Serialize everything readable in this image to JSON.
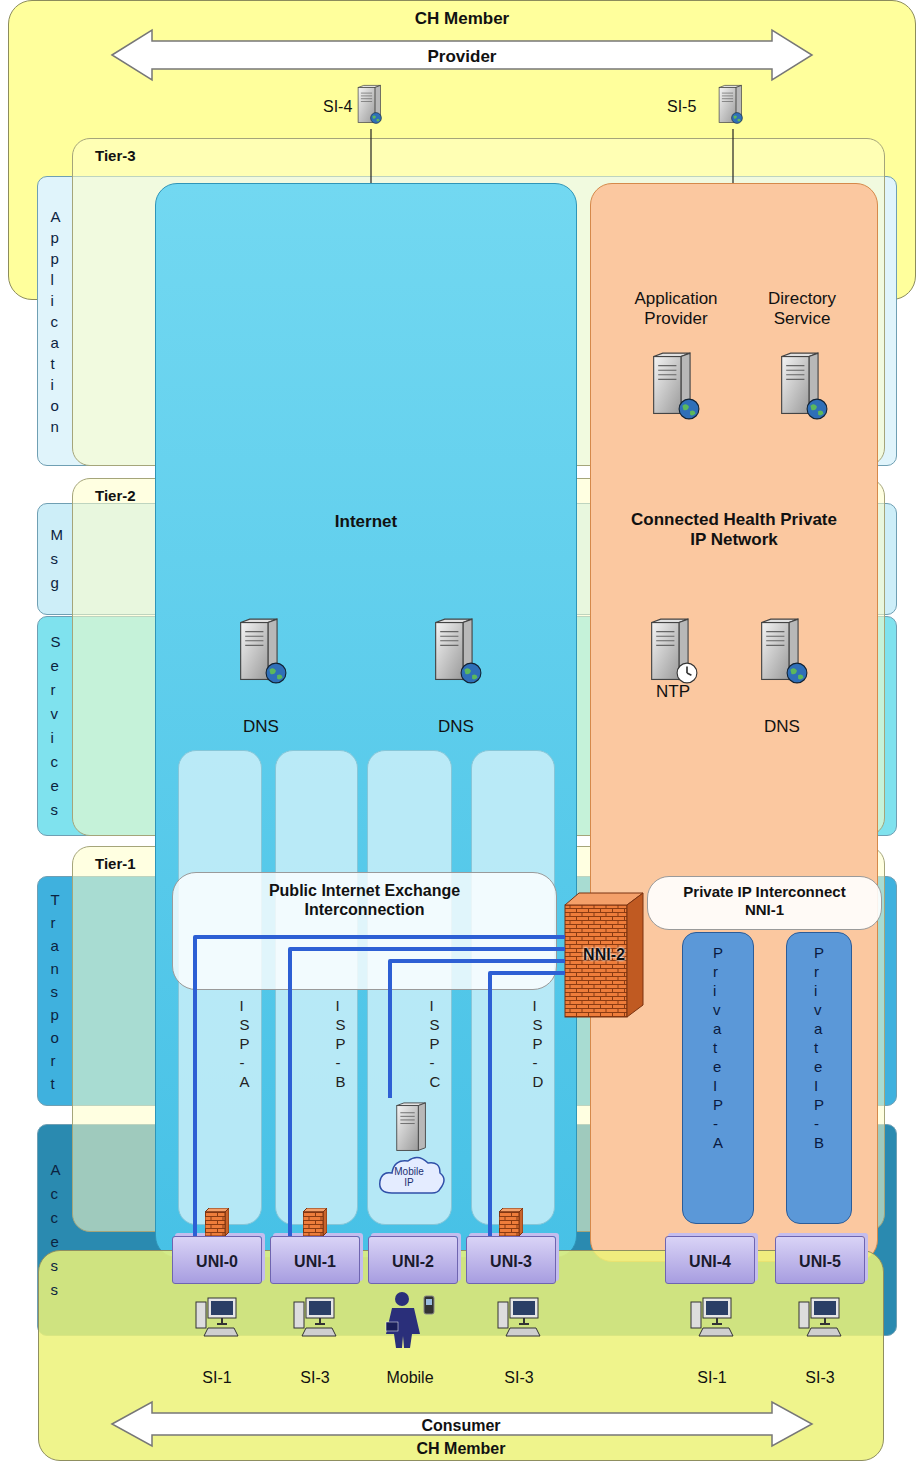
{
  "diagram": {
    "nodes": [
      {
        "text": [
          "CH Member",
          "Provider"
        ]
      },
      {
        "text": [
          "SI-4"
        ],
        "in": 0
      },
      {
        "text": [
          "SI-5"
        ],
        "in": 0
      },
      {
        "text": [
          "Application"
        ]
      },
      {
        "text": [
          "Msg"
        ]
      },
      {
        "text": [
          "Services"
        ]
      },
      {
        "text": [
          "Transport"
        ]
      },
      {
        "text": [
          "Access"
        ]
      },
      {
        "text": [
          "Tier-3"
        ]
      },
      {
        "text": [
          "Tier-2"
        ]
      },
      {
        "text": [
          "Tier-1"
        ]
      },
      {
        "text": [
          "Internet"
        ]
      },
      {
        "text": [
          "Connected Health Private IP Network"
        ]
      },
      {
        "text": [
          "Application Provider"
        ],
        "in": 12
      },
      {
        "text": [
          "Directory Service"
        ],
        "in": 12
      },
      {
        "text": [
          "DNS"
        ],
        "in": 11
      },
      {
        "text": [
          "DNS"
        ],
        "in": 11
      },
      {
        "text": [
          "NTP"
        ],
        "in": 12
      },
      {
        "text": [
          "DNS"
        ],
        "in": 12
      },
      {
        "text": [
          "ISP-A"
        ],
        "in": 11
      },
      {
        "text": [
          "ISP-B"
        ],
        "in": 11
      },
      {
        "text": [
          "ISP-C"
        ],
        "in": 11
      },
      {
        "text": [
          "ISP-D"
        ],
        "in": 11
      },
      {
        "text": [
          "Mobile IP"
        ],
        "in": 21
      },
      {
        "text": [
          "Public Internet Exchange Interconnection"
        ],
        "in": 11
      },
      {
        "text": [
          "Private IP Interconnect NNI-1"
        ],
        "in": 12
      },
      {
        "text": [
          "Private IP-A"
        ],
        "in": 12
      },
      {
        "text": [
          "Private IP-B"
        ],
        "in": 12
      },
      {
        "text": [
          "NNI-2"
        ]
      },
      {
        "text": [
          "Consumer",
          "CH Member"
        ]
      },
      {
        "text": [
          "UNI-0"
        ]
      },
      {
        "text": [
          "UNI-1"
        ]
      },
      {
        "text": [
          "UNI-2"
        ]
      },
      {
        "text": [
          "UNI-3"
        ]
      },
      {
        "text": [
          "UNI-4"
        ]
      },
      {
        "text": [
          "UNI-5"
        ]
      },
      {
        "text": [
          "SI-1"
        ],
        "in": 29
      },
      {
        "text": [
          "SI-3"
        ],
        "in": 29
      },
      {
        "text": [
          "Mobile"
        ],
        "in": 29
      },
      {
        "text": [
          "SI-3"
        ],
        "in": 29
      },
      {
        "text": [
          "SI-1"
        ],
        "in": 29
      },
      {
        "text": [
          "SI-3"
        ],
        "in": 29
      }
    ],
    "edges": [
      {
        "from": 1,
        "to": 11,
        "arrow": "none"
      },
      {
        "from": 2,
        "to": 12,
        "arrow": "none"
      },
      {
        "from": 30,
        "to": 28,
        "arrow": "none"
      },
      {
        "from": 31,
        "to": 28,
        "arrow": "none"
      },
      {
        "from": 23,
        "to": 28,
        "arrow": "none"
      },
      {
        "from": 33,
        "to": 28,
        "arrow": "none"
      }
    ]
  }
}
